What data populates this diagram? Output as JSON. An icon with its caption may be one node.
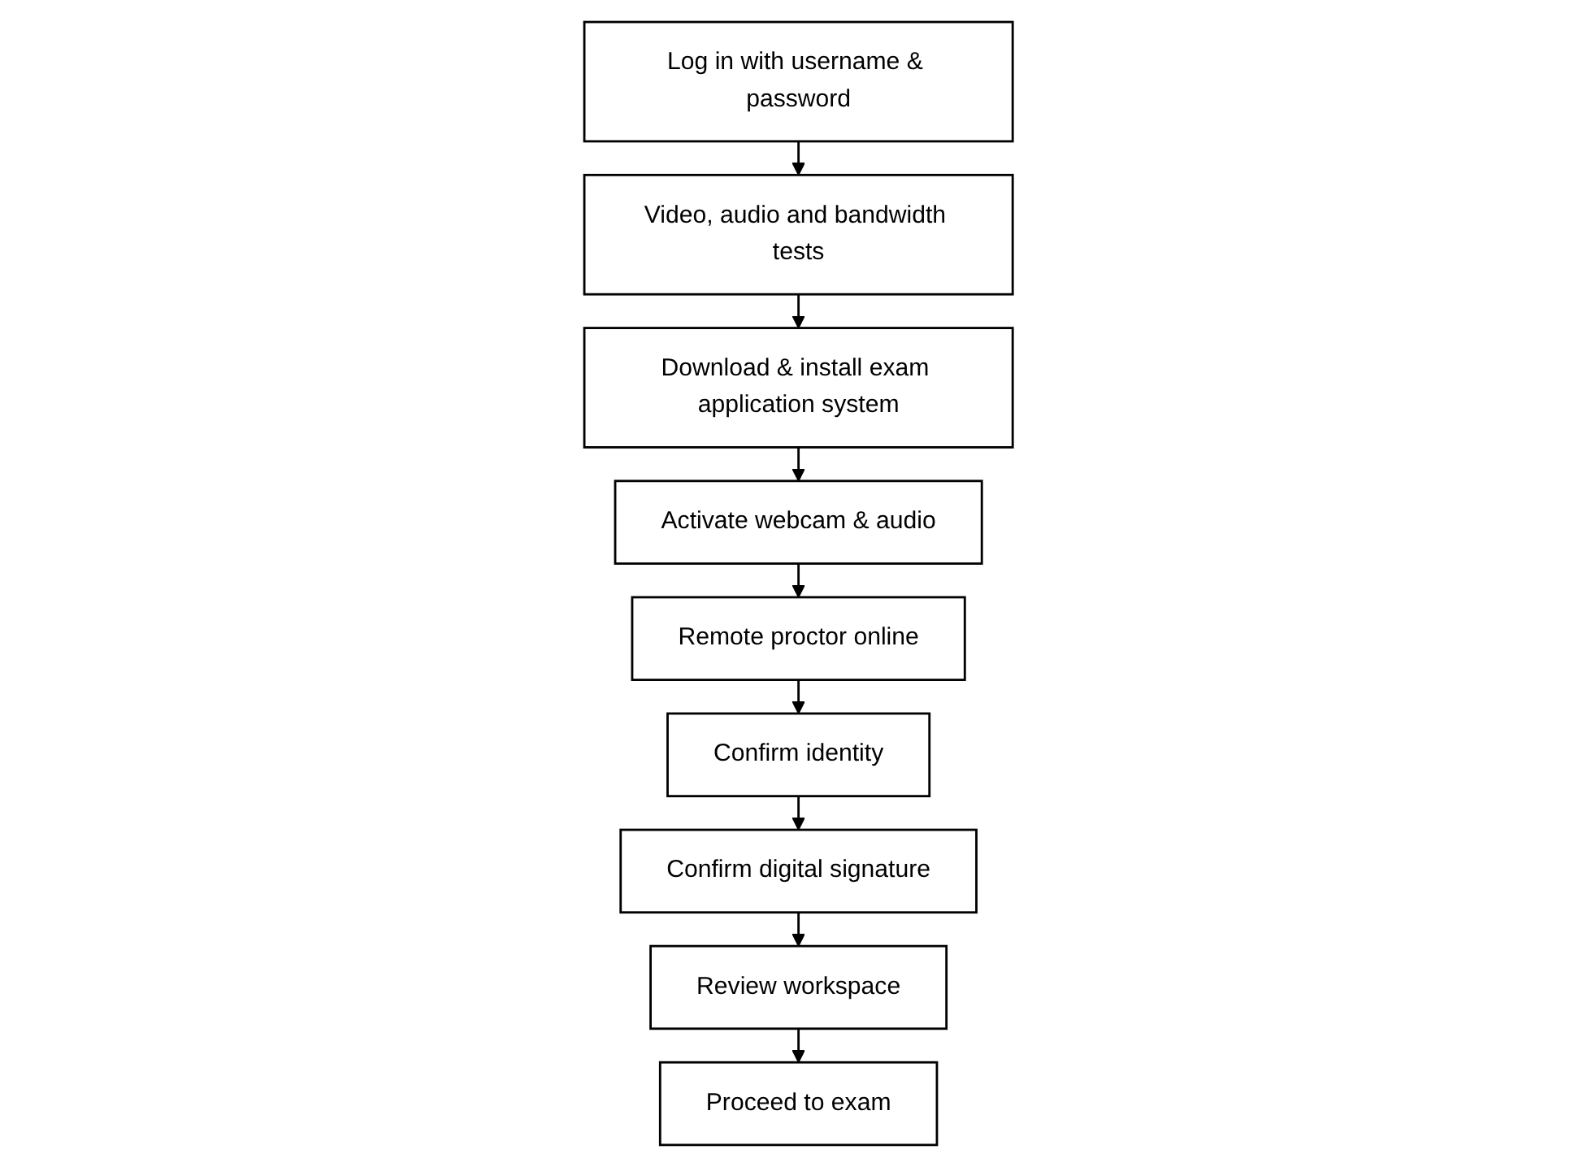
{
  "diagram": {
    "nodes": [
      {
        "text": [
          "Log in with username & password"
        ]
      },
      {
        "text": [
          "Video, audio and bandwidth tests"
        ]
      },
      {
        "text": [
          "Download & install exam application system"
        ]
      },
      {
        "text": [
          "Activate webcam & audio"
        ]
      },
      {
        "text": [
          "Remote proctor online"
        ]
      },
      {
        "text": [
          "Confirm identity"
        ]
      },
      {
        "text": [
          "Confirm digital signature"
        ]
      },
      {
        "text": [
          "Review workspace"
        ]
      },
      {
        "text": [
          "Proceed to exam"
        ]
      }
    ],
    "edges": [
      {
        "from": 0,
        "to": 1,
        "arrow": "to"
      },
      {
        "from": 1,
        "to": 2,
        "arrow": "to"
      },
      {
        "from": 2,
        "to": 3,
        "arrow": "to"
      },
      {
        "from": 3,
        "to": 4,
        "arrow": "to"
      },
      {
        "from": 4,
        "to": 5,
        "arrow": "to"
      },
      {
        "from": 5,
        "to": 6,
        "arrow": "to"
      },
      {
        "from": 6,
        "to": 7,
        "arrow": "to"
      },
      {
        "from": 7,
        "to": 8,
        "arrow": "to"
      }
    ]
  }
}
